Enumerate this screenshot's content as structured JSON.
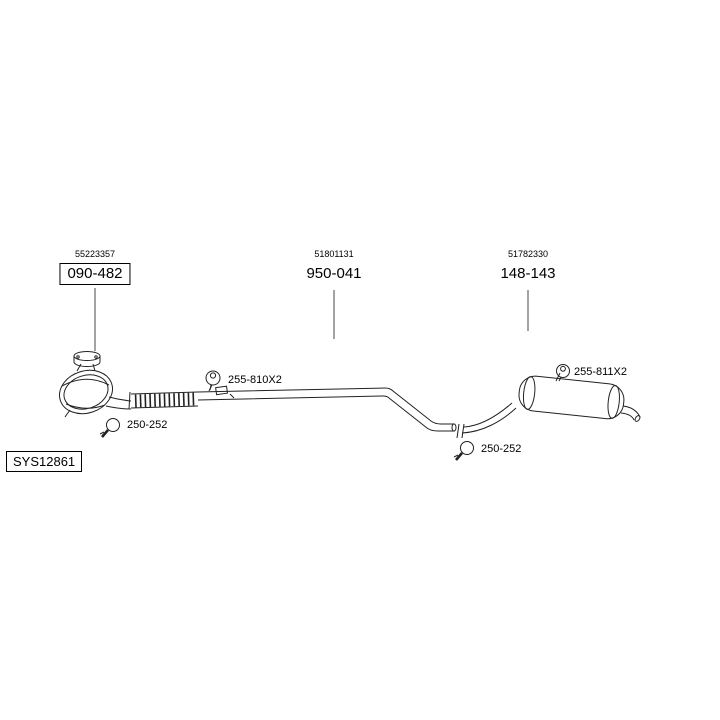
{
  "diagram": {
    "system_code": "SYS12861",
    "groups": [
      {
        "name": "catalytic-converter",
        "oem": "55223357",
        "part": "090-482",
        "boxed": true
      },
      {
        "name": "center-pipe",
        "oem": "51801131",
        "part": "950-041",
        "boxed": false
      },
      {
        "name": "rear-muffler",
        "oem": "51782330",
        "part": "148-143",
        "boxed": false
      }
    ],
    "callouts": [
      {
        "name": "center-pipe-hanger",
        "label": "255-810X2",
        "icon": "rubber-hanger-icon"
      },
      {
        "name": "front-clamp",
        "label": "250-252",
        "icon": "clamp-icon"
      },
      {
        "name": "rear-clamp",
        "label": "250-252",
        "icon": "clamp-icon"
      },
      {
        "name": "rear-hanger",
        "label": "255-811X2",
        "icon": "rubber-hanger-icon"
      }
    ],
    "colors": {
      "line": "#222222",
      "leader": "#333333",
      "background": "#ffffff",
      "text": "#000000"
    }
  }
}
